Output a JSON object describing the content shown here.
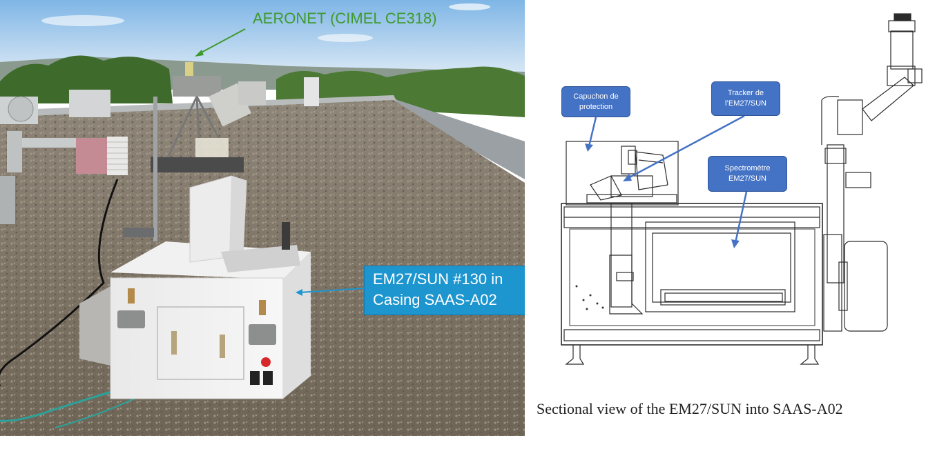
{
  "photo": {
    "aeronet_label": "AERONET (CIMEL CE318)",
    "instrument_label_line1": "EM27/SUN #130 in",
    "instrument_label_line2": "Casing SAAS-A02"
  },
  "diagram": {
    "callout_capuchon_line1": "Capuchon de",
    "callout_capuchon_line2": "protection",
    "callout_tracker_line1": "Tracker de",
    "callout_tracker_line2": "l’EM27/SUN",
    "callout_spectro_line1": "Spectromètre",
    "callout_spectro_line2": "EM27/SUN",
    "caption": "Sectional view of the EM27/SUN into SAAS-A02"
  },
  "colors": {
    "aeronet_green": "#3f9a2e",
    "label_blue": "#1d95cf",
    "callout_blue": "#4472c4"
  }
}
